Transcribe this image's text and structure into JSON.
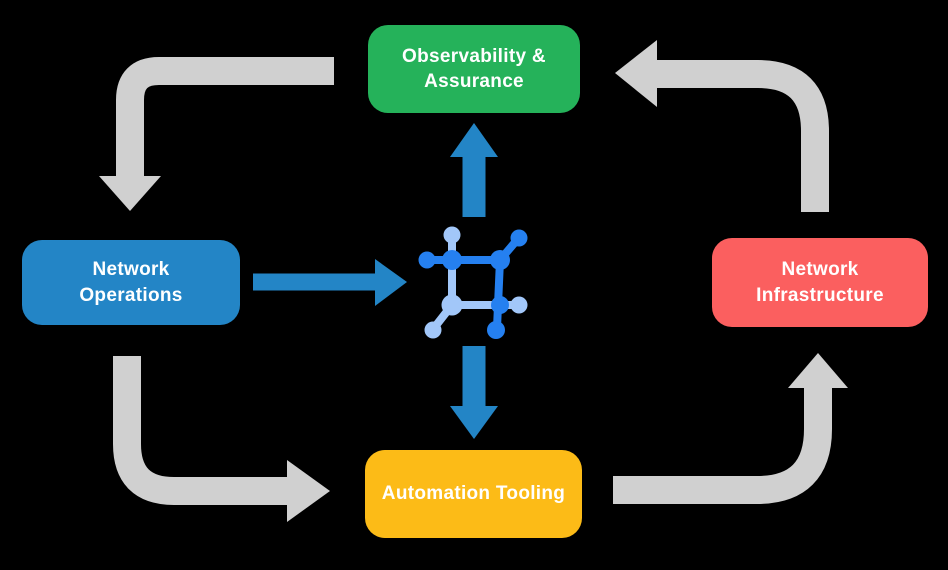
{
  "background": "#000000",
  "colors": {
    "cycle_arrow": "#D0D0D0",
    "flow_arrow": "#2385C6",
    "icon_dark_blue": "#2580F0",
    "icon_light_blue": "#A2C7F9",
    "label_text": "#FFFFFF"
  },
  "nodes": {
    "top": {
      "label": "Observability & Assurance",
      "color": "#25B25A"
    },
    "left": {
      "label": "Network Operations",
      "color": "#2385C6"
    },
    "right": {
      "label": "Network Infrastructure",
      "color": "#FB5F5F"
    },
    "bottom": {
      "label": "Automation Tooling",
      "color": "#FCBB17"
    }
  },
  "center_icon": {
    "name": "network-mesh-icon"
  },
  "arrows": {
    "cycle": [
      {
        "from": "Observability & Assurance",
        "to": "Network Operations",
        "style": "gray-elbow"
      },
      {
        "from": "Network Operations",
        "to": "Automation Tooling",
        "style": "gray-elbow"
      },
      {
        "from": "Automation Tooling",
        "to": "Network Infrastructure",
        "style": "gray-elbow"
      },
      {
        "from": "Network Infrastructure",
        "to": "Observability & Assurance",
        "style": "gray-elbow"
      }
    ],
    "hub": [
      {
        "from": "Network Operations",
        "to": "center-icon",
        "style": "blue-straight"
      },
      {
        "from": "center-icon",
        "to": "Observability & Assurance",
        "style": "blue-straight"
      },
      {
        "from": "center-icon",
        "to": "Automation Tooling",
        "style": "blue-straight"
      }
    ]
  }
}
